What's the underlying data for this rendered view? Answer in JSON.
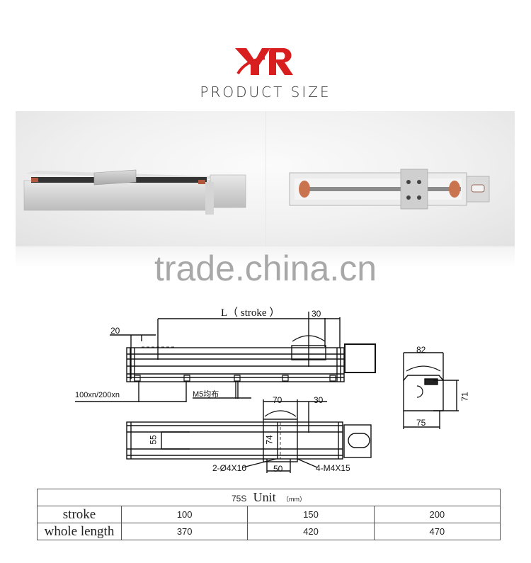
{
  "header": {
    "logo_text": "YR",
    "logo_color": "#d81e1e",
    "title": "PRODUCT SIZE"
  },
  "photos": [
    {
      "name": "linear-module-angled-view"
    },
    {
      "name": "linear-module-top-view-open"
    }
  ],
  "watermark": "trade.china.cn",
  "drawing": {
    "side_view": {
      "stroke_label": "L（ stroke ）",
      "dim_30_top": "30",
      "dim_20": "20",
      "hole_spacing": "100xn/200xn",
      "thread_note": "M5均布"
    },
    "top_view": {
      "dim_70": "70",
      "dim_30": "30",
      "dim_55": "55",
      "dim_74": "74",
      "dim_50": "50",
      "pin_hole_note": "2-Ø4X10",
      "screw_note": "4-M4X15"
    },
    "end_view": {
      "dim_82": "82",
      "dim_71": "71",
      "dim_75": "75"
    }
  },
  "table": {
    "model": "75S",
    "unit_word": "Unit",
    "unit_mm": "（mm）",
    "rows": [
      {
        "label": "stroke",
        "values": [
          "100",
          "150",
          "200"
        ]
      },
      {
        "label": "whole length",
        "values": [
          "370",
          "420",
          "470"
        ]
      }
    ]
  }
}
